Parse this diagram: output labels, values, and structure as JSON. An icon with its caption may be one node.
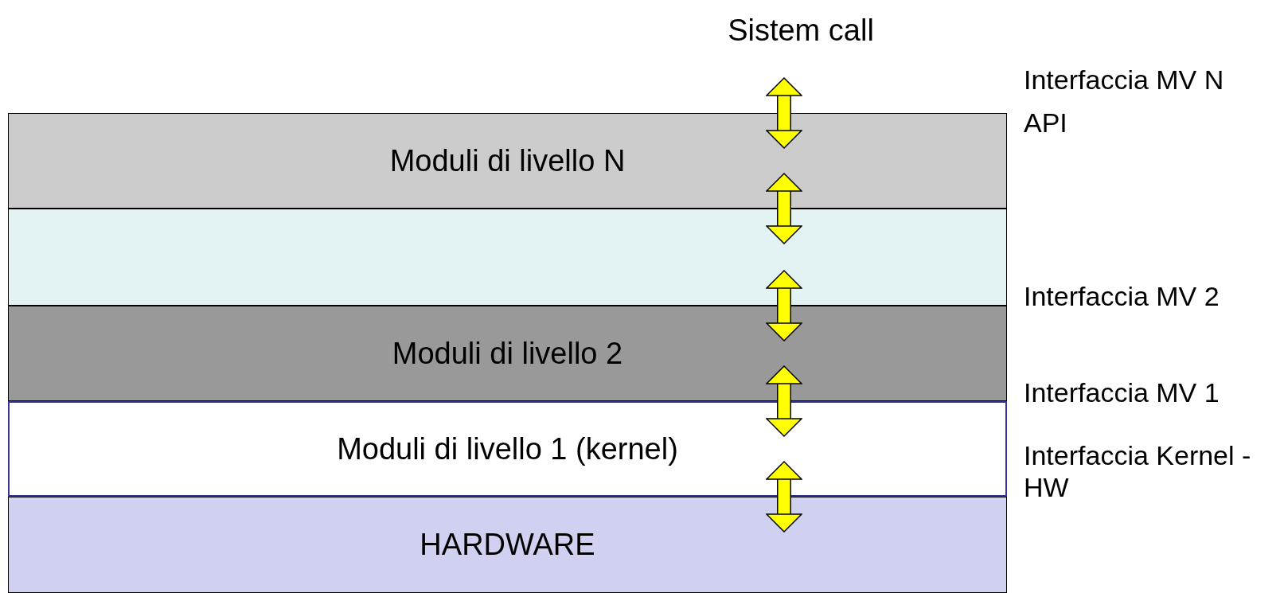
{
  "diagram": {
    "nodes": [
      {
        "text": [
          "Sistem call"
        ]
      },
      {
        "text": [
          "Moduli di livello N"
        ]
      },
      {
        "text": [],
        "shape": "box"
      },
      {
        "text": [
          "Moduli di livello 2"
        ]
      },
      {
        "text": [
          "Moduli di livello 1 (kernel)"
        ]
      },
      {
        "text": [
          "HARDWARE"
        ]
      }
    ],
    "edges": [
      {
        "from": 0,
        "to": 1,
        "arrow": "both"
      },
      {
        "from": 1,
        "to": 2,
        "arrow": "both"
      },
      {
        "from": 2,
        "to": 3,
        "arrow": "both"
      },
      {
        "from": 3,
        "to": 4,
        "arrow": "both"
      },
      {
        "from": 4,
        "to": 5,
        "arrow": "both"
      }
    ],
    "labels": [
      "Interfaccia MV N",
      "API",
      "Interfaccia MV 2",
      "Interfaccia MV 1",
      "Interfaccia Kernel - HW"
    ]
  }
}
